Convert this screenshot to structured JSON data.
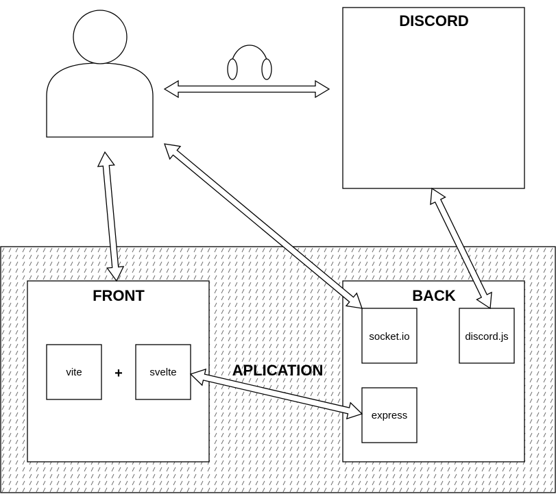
{
  "discord": {
    "title": "DISCORD"
  },
  "application": {
    "title": "APLICATION"
  },
  "front": {
    "title": "FRONT",
    "items": [
      "vite",
      "svelte"
    ],
    "joiner": "+"
  },
  "back": {
    "title": "BACK",
    "items": [
      "socket.io",
      "discord.js",
      "express"
    ]
  },
  "icons": {
    "user": "user-icon",
    "headphones": "headphones-icon"
  },
  "colors": {
    "stroke": "#000000",
    "fill": "#ffffff",
    "hatch": "#555555"
  }
}
